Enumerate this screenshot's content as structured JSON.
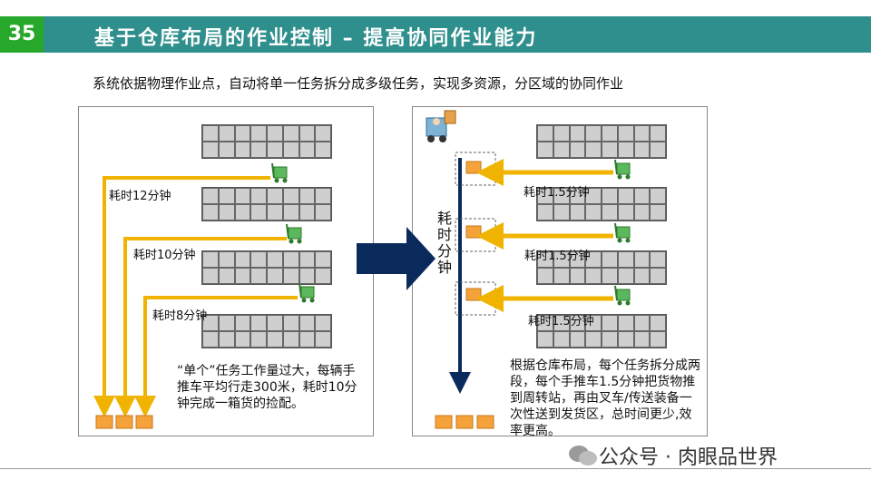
{
  "header": {
    "page_number": "35",
    "title": "基于仓库布局的作业控制 – 提高协同作业能力"
  },
  "subtitle": "系统依据物理作业点，自动将单一任务拆分成多级任务，实现多资源，分区域的协同作业",
  "left_panel": {
    "time_labels": [
      "耗时12分钟",
      "耗时10分钟",
      "耗时8分钟"
    ],
    "description": "“单个”任务工作量过大，每辆手推车平均行走300米，耗时10分钟完成一箱货的捡配。"
  },
  "right_panel": {
    "vertical_label": "耗时分钟",
    "time_labels": [
      "耗时1.5分钟",
      "耗时1.5分钟",
      "耗时1.5分钟"
    ],
    "description": "根据仓库布局，每个任务拆分成两段，每个手推车1.5分钟把货物推到周转站，再由叉车/传送装备一次性送到发货区，总时间更少,效率更高。"
  },
  "watermark": "公众号 · 肉眼品世界",
  "colors": {
    "title_bar": "#2f8f8c",
    "page_badge": "#27a82a",
    "arrow_yellow": "#f0b400",
    "arrow_navy": "#0b2a5c",
    "shelf_cell": "#cfcfcf"
  },
  "icons": [
    "cart-icon",
    "box-icon",
    "forklift-icon",
    "wechat-icon"
  ]
}
